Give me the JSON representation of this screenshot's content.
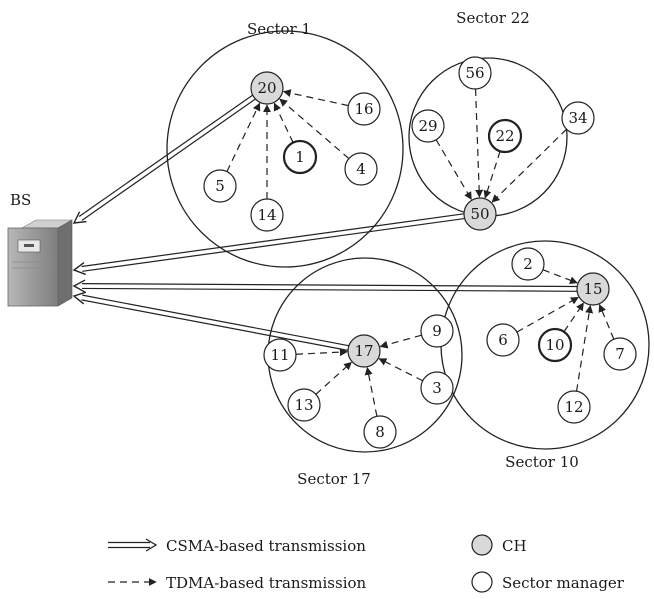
{
  "figure": {
    "sectors": [
      {
        "id": "1",
        "label": "Sector 1"
      },
      {
        "id": "22",
        "label": "Sector 22"
      },
      {
        "id": "10",
        "label": "Sector 10"
      },
      {
        "id": "17",
        "label": "Sector 17"
      }
    ],
    "base_station": {
      "label": "BS",
      "icon": "server-tower-icon"
    },
    "nodes": [
      {
        "id": "20",
        "label": "20",
        "role": "ch"
      },
      {
        "id": "16",
        "label": "16",
        "role": "member"
      },
      {
        "id": "5",
        "label": "5",
        "role": "member"
      },
      {
        "id": "1",
        "label": "1",
        "role": "manager"
      },
      {
        "id": "4",
        "label": "4",
        "role": "member"
      },
      {
        "id": "14",
        "label": "14",
        "role": "member"
      },
      {
        "id": "56",
        "label": "56",
        "role": "member"
      },
      {
        "id": "29",
        "label": "29",
        "role": "member"
      },
      {
        "id": "22",
        "label": "22",
        "role": "manager"
      },
      {
        "id": "34",
        "label": "34",
        "role": "member"
      },
      {
        "id": "50",
        "label": "50",
        "role": "ch"
      },
      {
        "id": "2",
        "label": "2",
        "role": "member"
      },
      {
        "id": "15",
        "label": "15",
        "role": "ch"
      },
      {
        "id": "6",
        "label": "6",
        "role": "member"
      },
      {
        "id": "10",
        "label": "10",
        "role": "manager"
      },
      {
        "id": "7",
        "label": "7",
        "role": "member"
      },
      {
        "id": "12",
        "label": "12",
        "role": "member"
      },
      {
        "id": "9",
        "label": "9",
        "role": "member"
      },
      {
        "id": "11",
        "label": "11",
        "role": "member"
      },
      {
        "id": "17",
        "label": "17",
        "role": "ch"
      },
      {
        "id": "13",
        "label": "13",
        "role": "member"
      },
      {
        "id": "3",
        "label": "3",
        "role": "member"
      },
      {
        "id": "8",
        "label": "8",
        "role": "member"
      }
    ],
    "tdma_links": [
      {
        "from": "16",
        "to": "20"
      },
      {
        "from": "5",
        "to": "20"
      },
      {
        "from": "1",
        "to": "20"
      },
      {
        "from": "4",
        "to": "20"
      },
      {
        "from": "14",
        "to": "20"
      },
      {
        "from": "56",
        "to": "50"
      },
      {
        "from": "29",
        "to": "50"
      },
      {
        "from": "22",
        "to": "50"
      },
      {
        "from": "34",
        "to": "50"
      },
      {
        "from": "2",
        "to": "15"
      },
      {
        "from": "6",
        "to": "15"
      },
      {
        "from": "10",
        "to": "15"
      },
      {
        "from": "7",
        "to": "15"
      },
      {
        "from": "12",
        "to": "15"
      },
      {
        "from": "9",
        "to": "17"
      },
      {
        "from": "11",
        "to": "17"
      },
      {
        "from": "13",
        "to": "17"
      },
      {
        "from": "3",
        "to": "17"
      },
      {
        "from": "8",
        "to": "17"
      }
    ],
    "csma_links": [
      {
        "from": "20",
        "to": "BS"
      },
      {
        "from": "50",
        "to": "BS"
      },
      {
        "from": "15",
        "to": "BS"
      },
      {
        "from": "17",
        "to": "BS"
      }
    ],
    "colors": {
      "ch_fill": "#d9d9d9",
      "stroke": "#222222",
      "background": "#ffffff"
    }
  },
  "legend": {
    "csma": "CSMA-based transmission",
    "tdma": "TDMA-based transmission",
    "ch": "CH",
    "manager": "Sector manager"
  }
}
